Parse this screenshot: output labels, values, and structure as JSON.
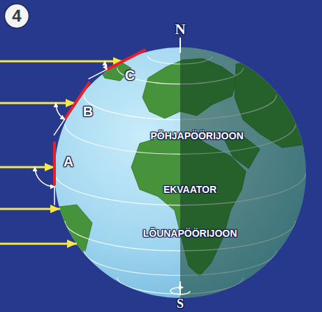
{
  "diagram": {
    "nodes": [
      {
        "text": [
          "4"
        ]
      }
    ],
    "labels": [
      "N",
      "C",
      "B",
      "PÕHJAPÖÖRIJOON",
      "A",
      "EKVAATOR",
      "LÕUNAPÖÖRIJOON",
      "S"
    ]
  }
}
